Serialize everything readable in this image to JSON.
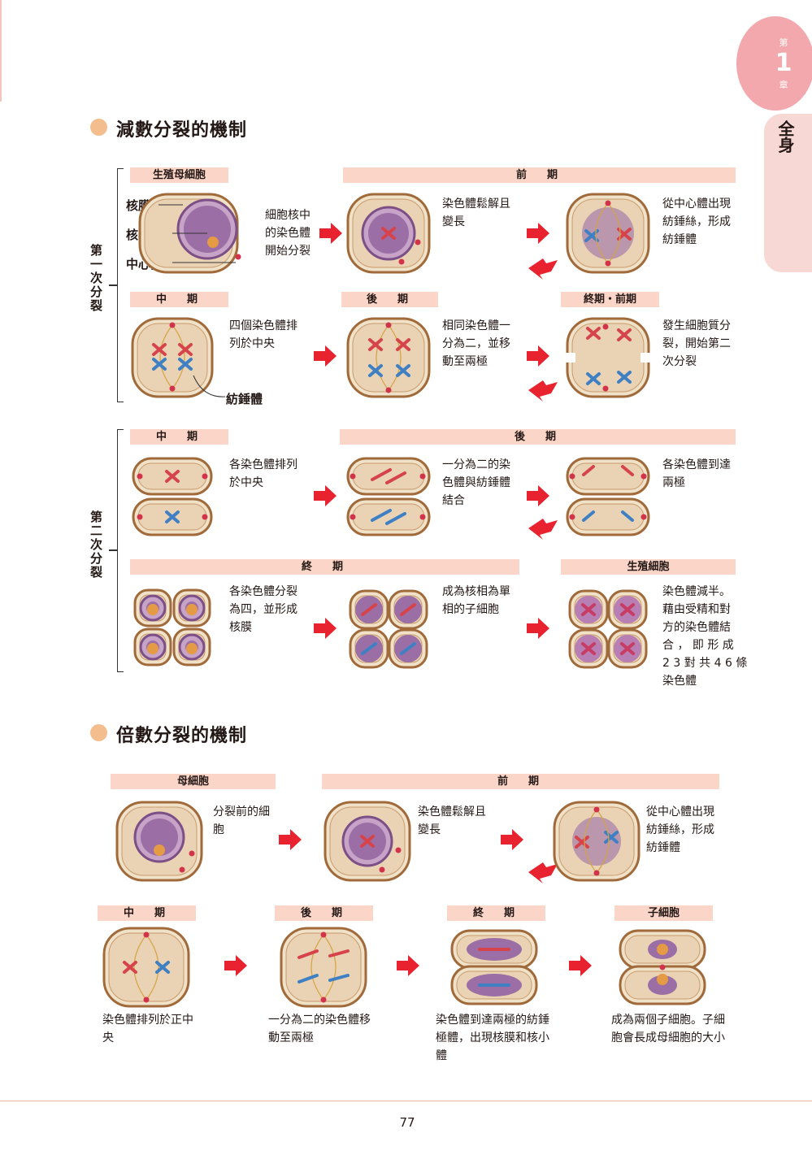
{
  "chapter": {
    "prefix": "第",
    "number": "1",
    "suffix": "章",
    "side_title": "全身"
  },
  "meiosis": {
    "title": "減數分裂的機制",
    "first_division_label": "第一次分裂",
    "second_division_label": "第二次分裂",
    "bars": {
      "germ_mother_cell": "生殖母細胞",
      "prophase": "前　期",
      "metaphase1": "中　期",
      "anaphase1": "後　期",
      "telophase_prophase": "終期・前期",
      "metaphase2": "中　期",
      "anaphase2": "後　期",
      "telophase2": "終　期",
      "germ_cell": "生殖細胞"
    },
    "labels": {
      "nuclear_membrane": "核膜",
      "nucleolus": "核小體",
      "centrosome": "中心體",
      "spindle": "紡錘體"
    },
    "desc": {
      "d1": "細胞核中\n的染色體\n開始分裂",
      "d2": "染色體鬆解且\n變長",
      "d3": "從中心體出現\n紡錘絲，形成\n紡錘體",
      "d4": "四個染色體排\n列於中央",
      "d5": "相同染色體一\n分為二，並移\n動至兩極",
      "d6": "發生細胞質分\n裂，開始第二\n次分裂",
      "d7": "各染色體排列\n於中央",
      "d8": "一分為二的染\n色體與紡錘體\n結合",
      "d9": "各染色體到達\n兩極",
      "d10": "各染色體分裂\n為四，並形成\n核膜",
      "d11": "成為核相為單\n相的子細胞",
      "d12": "染色體減半。\n藉由受精和對\n方的染色體結\n合 ， 即 形 成\n2 3 對 共 4 6 條\n染色體"
    }
  },
  "mitosis": {
    "title": "倍數分裂的機制",
    "bars": {
      "mother_cell": "母細胞",
      "prophase": "前　期",
      "metaphase": "中　期",
      "anaphase": "後　期",
      "telophase": "終　期",
      "daughter_cell": "子細胞"
    },
    "desc": {
      "m1": "分裂前的細\n胞",
      "m2": "染色體鬆解且\n變長",
      "m3": "從中心體出現\n紡錘絲，形成\n紡錘體",
      "m4": "染色體排列於正中\n央",
      "m5": "一分為二的染色體移\n動至兩極",
      "m6": "染色體到達兩極的紡錘\n極體，出現核膜和核小\n體",
      "m7": "成為兩個子細胞。子細\n胞會長成母細胞的大小"
    }
  },
  "page_number": "77",
  "colors": {
    "cell_fill": "#e9d3b4",
    "cell_border": "#a06a3a",
    "arrow": "#e8222e",
    "bar": "#fbd5c8",
    "nucleus": "#9b6fa6",
    "chrom_red": "#d6434b",
    "chrom_blue": "#3f7fc4",
    "section_dot": "#f4bd8d"
  }
}
